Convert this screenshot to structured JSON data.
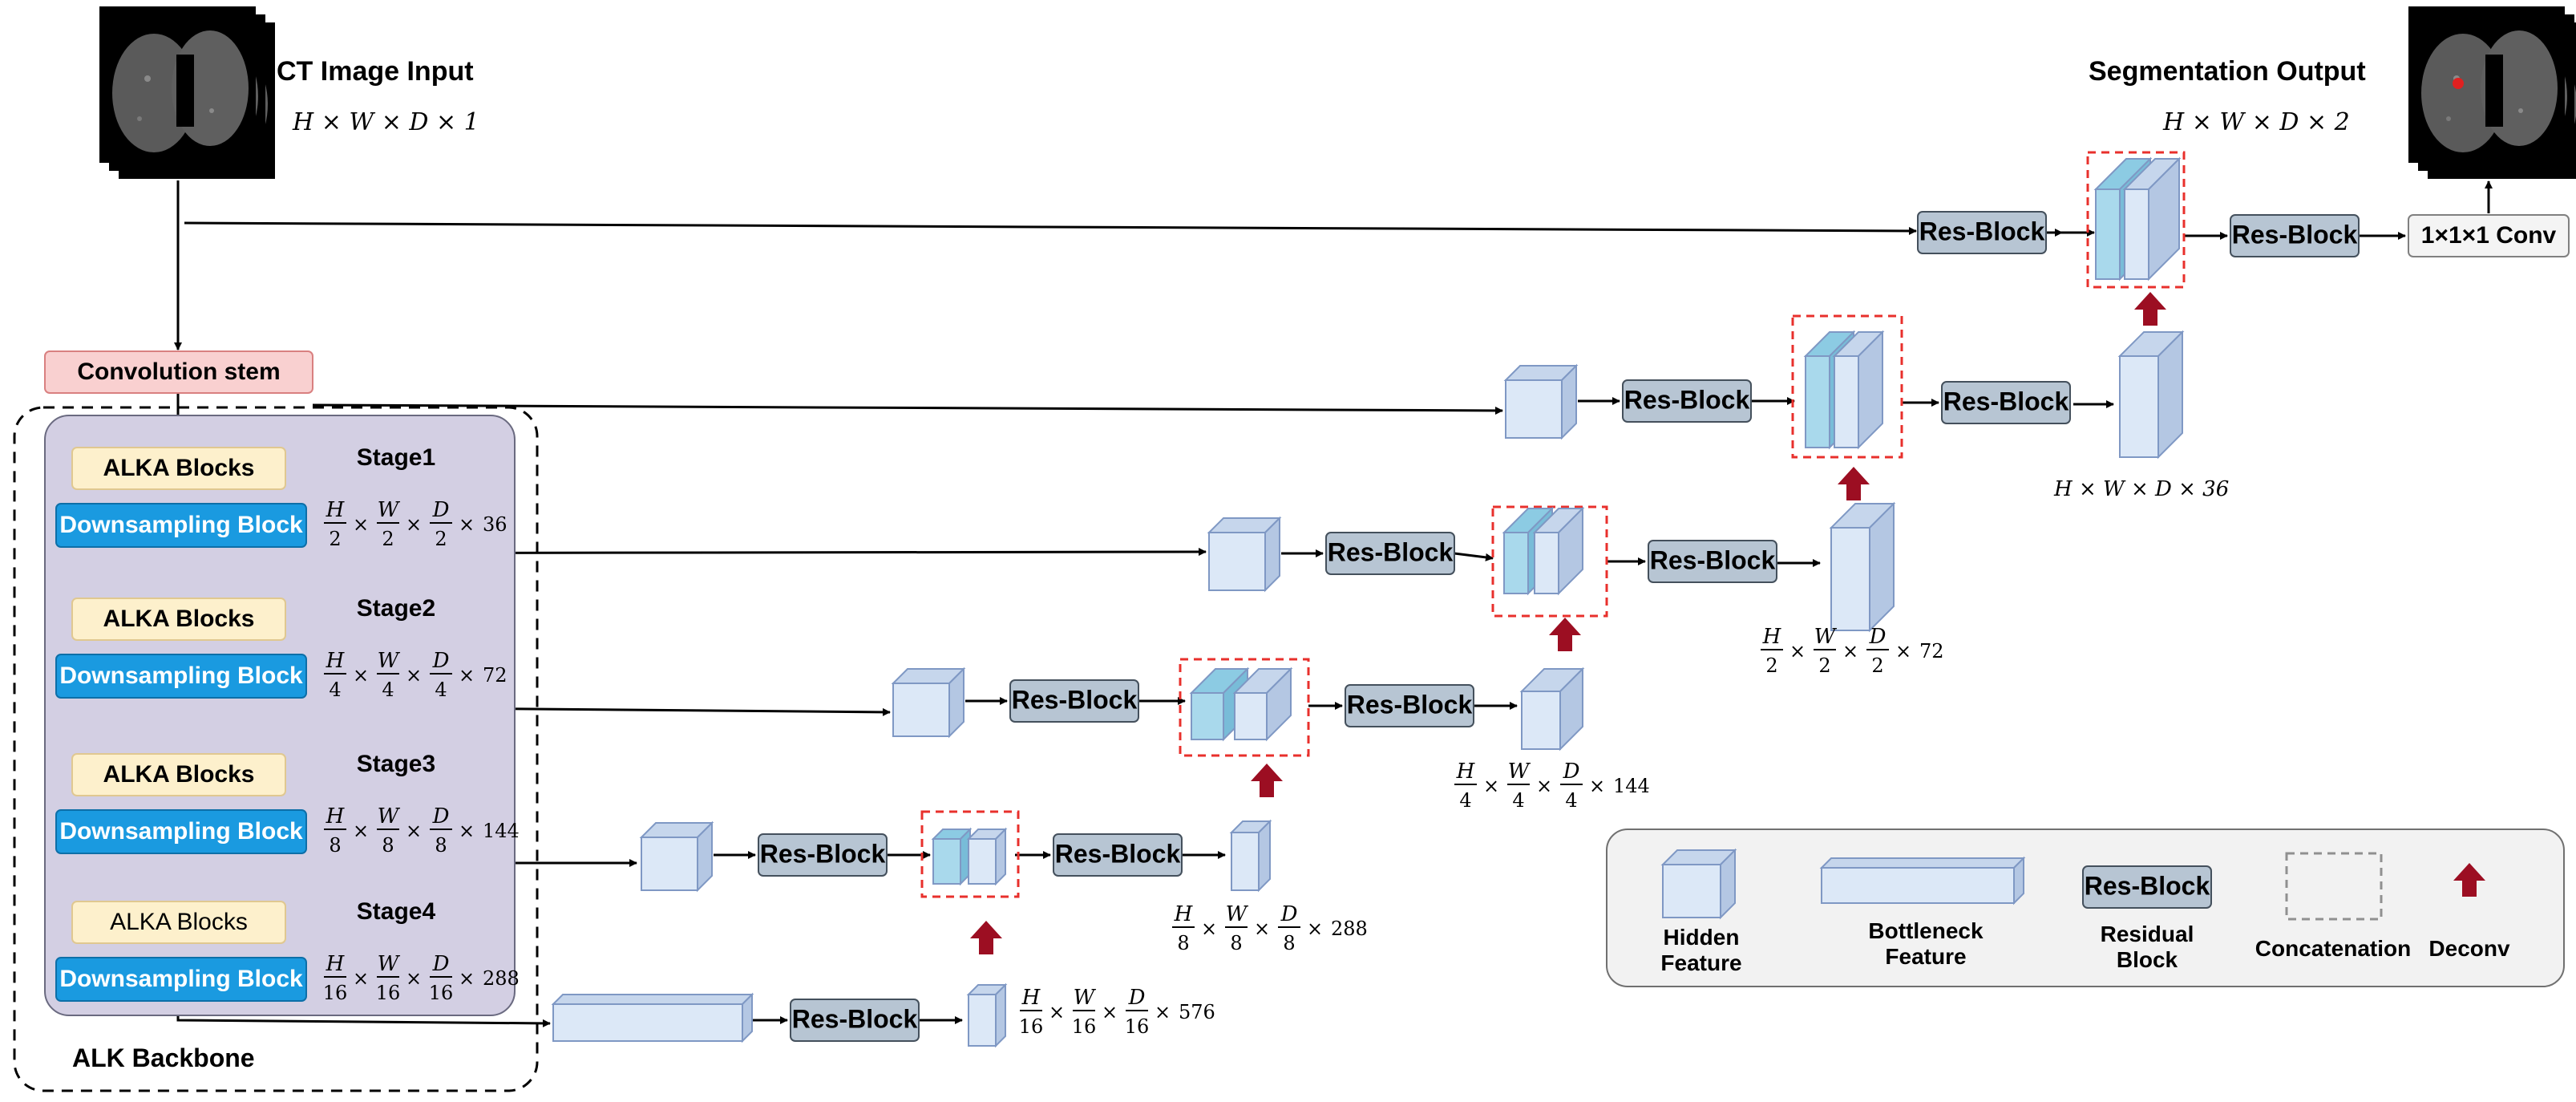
{
  "input": {
    "title": "CT Image Input",
    "shape": "H × W × D × 1"
  },
  "output": {
    "title": "Segmentation Output",
    "shape": "H × W × D × 2"
  },
  "stem_label": "Convolution stem",
  "backbone_label": "ALK Backbone",
  "block_labels": {
    "alka": "ALKA Blocks",
    "down": "Downsampling Block",
    "res": "Res-Block",
    "conv": "1×1×1 Conv"
  },
  "stages": [
    {
      "name": "Stage1",
      "div": "2",
      "ch": "36"
    },
    {
      "name": "Stage2",
      "div": "4",
      "ch": "72"
    },
    {
      "name": "Stage3",
      "div": "8",
      "ch": "144"
    },
    {
      "name": "Stage4",
      "div": "16",
      "ch": "288"
    }
  ],
  "feature_shapes": {
    "bottleneck": {
      "div": "16",
      "ch": "576"
    },
    "dec3": {
      "div": "8",
      "ch": "288"
    },
    "dec2": {
      "div": "4",
      "ch": "144"
    },
    "dec1": {
      "div": "2",
      "ch": "72"
    },
    "dec0": "H × W × D × 36"
  },
  "frac_symbols": {
    "h": "H",
    "w": "W",
    "d": "D",
    "times": "×"
  },
  "legend": {
    "hidden": [
      "Hidden",
      "Feature"
    ],
    "bottleneck": [
      "Bottleneck",
      "Feature"
    ],
    "residual": [
      "Residual",
      "Block"
    ],
    "concat": "Concatenation",
    "deconv": "Deconv"
  },
  "colors": {
    "stem_fill": "#f9d0d0",
    "stem_stroke": "#d98080",
    "backbone_fill": "#d3cfe3",
    "alka_fill": "#fdf0cc",
    "alka_stroke": "#e0c890",
    "down_fill": "#1a9ae0",
    "res_fill": "#b7c5d3",
    "res_stroke": "#44505c",
    "cube_front": "#dce8f7",
    "cube_top": "#c6d6ec",
    "cube_side": "#b4c7e3",
    "cube_cyan_front": "#a9d9ec",
    "cube_cyan_top": "#8ccbe3",
    "cube_cyan_side": "#78bcd8",
    "cube_stroke": "#7f98c4",
    "concat_stroke": "#e8302c",
    "deconv_fill": "#9c0e22",
    "legend_fill": "#f2f2f2"
  }
}
